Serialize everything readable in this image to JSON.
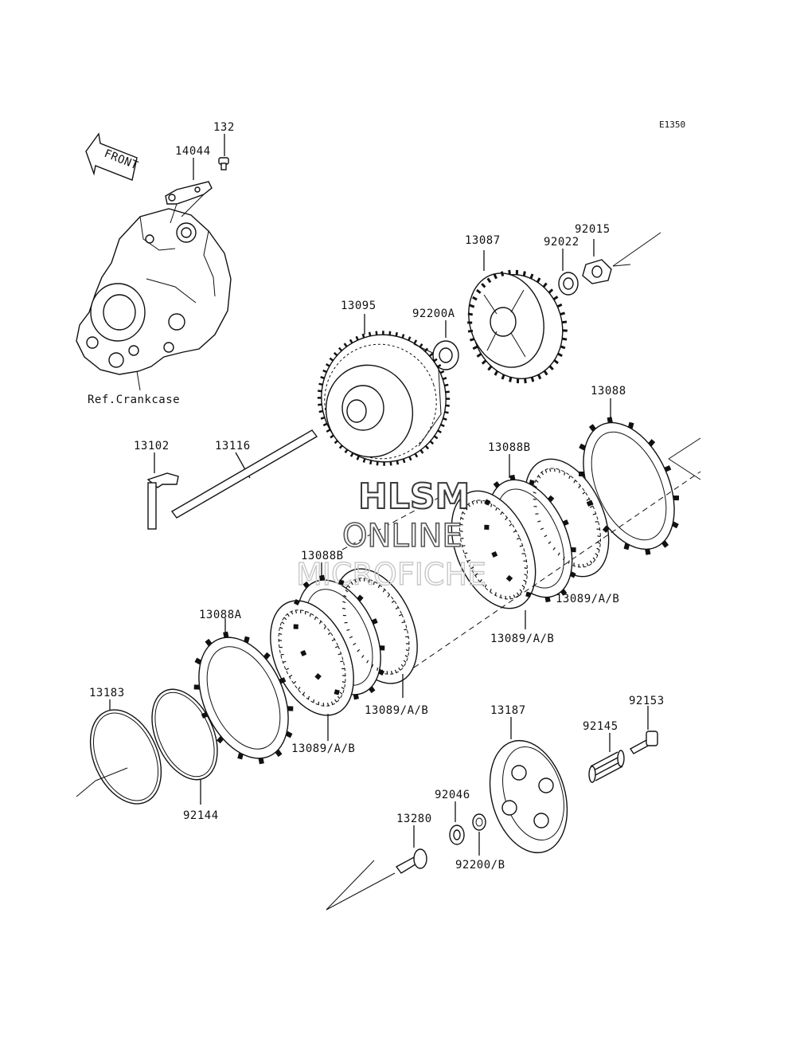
{
  "diagram_code": "E1350",
  "front_label": "FRONT",
  "watermark": {
    "line1": "HLSM",
    "line2": "ONLINE",
    "line3": "MICROFICHE"
  },
  "reference_label": "Ref.Crankcase",
  "parts": [
    {
      "id": "p132",
      "number": "132"
    },
    {
      "id": "p14044",
      "number": "14044"
    },
    {
      "id": "p13087",
      "number": "13087"
    },
    {
      "id": "p92022",
      "number": "92022"
    },
    {
      "id": "p92015",
      "number": "92015"
    },
    {
      "id": "p13095",
      "number": "13095"
    },
    {
      "id": "p92200A",
      "number": "92200A"
    },
    {
      "id": "p13088",
      "number": "13088"
    },
    {
      "id": "p13102",
      "number": "13102"
    },
    {
      "id": "p13116",
      "number": "13116"
    },
    {
      "id": "p13088B_top",
      "number": "13088B"
    },
    {
      "id": "p13088B_mid",
      "number": "13088B"
    },
    {
      "id": "p13089_r1",
      "number": "13089/A/B"
    },
    {
      "id": "p13089_r2",
      "number": "13089/A/B"
    },
    {
      "id": "p13088A",
      "number": "13088A"
    },
    {
      "id": "p13089_l1",
      "number": "13089/A/B"
    },
    {
      "id": "p13089_l2",
      "number": "13089/A/B"
    },
    {
      "id": "p13183",
      "number": "13183"
    },
    {
      "id": "p92144",
      "number": "92144"
    },
    {
      "id": "p13187",
      "number": "13187"
    },
    {
      "id": "p92153",
      "number": "92153"
    },
    {
      "id": "p92145",
      "number": "92145"
    },
    {
      "id": "p92046",
      "number": "92046"
    },
    {
      "id": "p13280",
      "number": "13280"
    },
    {
      "id": "p92200B",
      "number": "92200/B"
    }
  ]
}
